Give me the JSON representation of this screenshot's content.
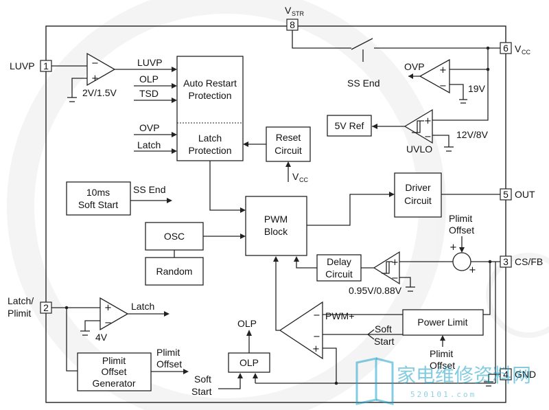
{
  "pins": {
    "vstr": {
      "num": "8",
      "label": "V",
      "sub": "STR"
    },
    "vcc": {
      "num": "6",
      "label": "V",
      "sub": "CC"
    },
    "out": {
      "num": "5",
      "label": "OUT"
    },
    "csfb": {
      "num": "3",
      "label": "CS/FB"
    },
    "gnd": {
      "num": "4",
      "label": "GND"
    },
    "luvp": {
      "num": "1",
      "label": "LUVP"
    },
    "latch_plimit": {
      "num": "2",
      "label_line1": "Latch/",
      "label_line2": "Plimit"
    }
  },
  "blocks": {
    "auto_restart": {
      "line1": "Auto Restart",
      "line2": "Protection"
    },
    "latch_prot": {
      "line1": "Latch",
      "line2": "Protection"
    },
    "reset": {
      "line1": "Reset",
      "line2": "Circuit"
    },
    "ref5v": {
      "label": "5V Ref"
    },
    "soft_start": {
      "line1": "10ms",
      "line2": "Soft Start"
    },
    "driver": {
      "line1": "Driver",
      "line2": "Circuit"
    },
    "pwm": {
      "line1": "PWM",
      "line2": "Block"
    },
    "osc": {
      "label": "OSC"
    },
    "random": {
      "label": "Random"
    },
    "delay": {
      "line1": "Delay",
      "line2": "Circuit"
    },
    "power_limit": {
      "label": "Power Limit"
    },
    "olp_block": {
      "label": "OLP"
    },
    "plimit_gen": {
      "line1": "Plimit",
      "line2": "Offset",
      "line3": "Generator"
    }
  },
  "labels": {
    "luvp_out": "LUVP",
    "olp_in": "OLP",
    "tsd_in": "TSD",
    "ovp_in": "OVP",
    "latch_in": "Latch",
    "ref_2v": "2V/1.5V",
    "ss_end_switch": "SS End",
    "ovp_out": "OVP",
    "ref_19v": "19V",
    "uvlo": "UVLO",
    "ref_12v": "12V/8V",
    "vcc_reset_main": "V",
    "vcc_reset_sub": "CC",
    "ss_end_out": "SS End",
    "plimit_offset_1": "Plimit",
    "plimit_offset_2": "Offset",
    "ref_095": "0.95V/0.88V",
    "latch_out": "Latch",
    "ref_4v": "4V",
    "pwm_plus": "PWM+",
    "soft_start_1": "Soft",
    "soft_start_2": "Start",
    "olp_out": "OLP",
    "plimit_offset_gen_out_1": "Plimit",
    "plimit_offset_gen_out_2": "Offset",
    "soft_start_olp_1": "Soft",
    "soft_start_olp_2": "Start",
    "plimit_offset_pl_1": "Plimit",
    "plimit_offset_pl_2": "Offset"
  },
  "watermark": {
    "text": "家电维修资料网",
    "sub": "520101.com"
  }
}
